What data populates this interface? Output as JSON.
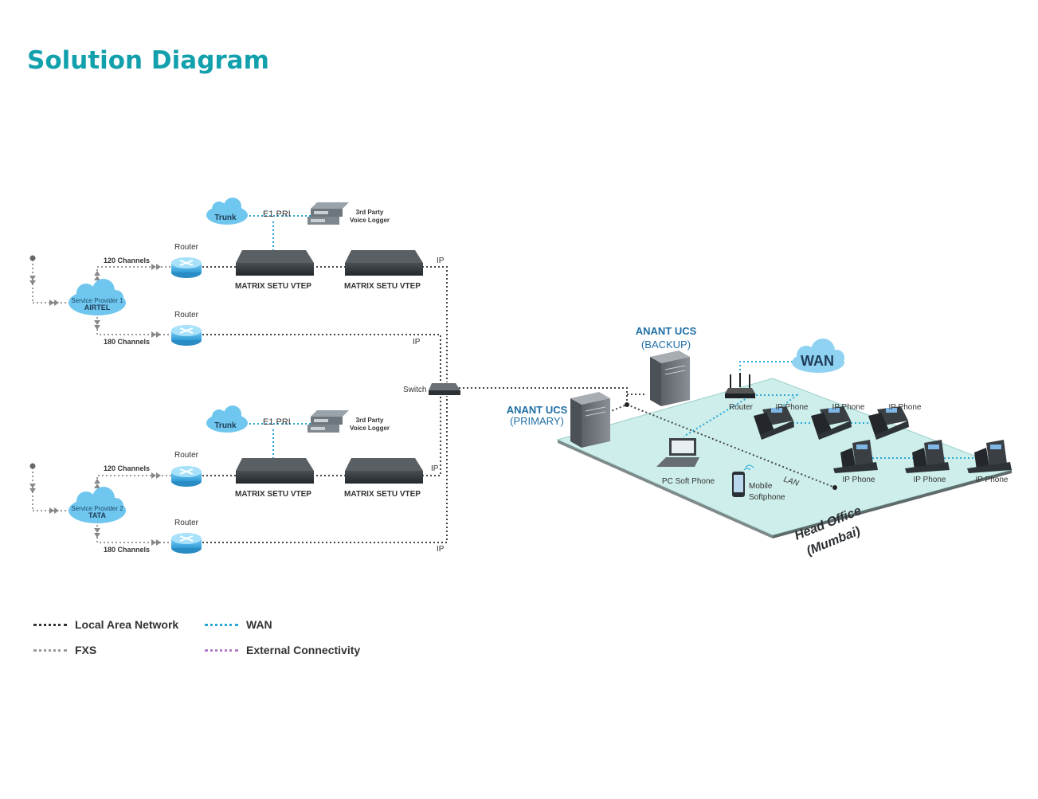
{
  "title": "Solution Diagram",
  "diagram": {
    "providers": [
      {
        "line1": "Service Provider 1",
        "line2": "AIRTEL"
      },
      {
        "line1": "Service Provider 2",
        "line2": "TATA"
      }
    ],
    "channels_a": "120 Channels",
    "channels_b": "180 Channels",
    "router": "Router",
    "trunk": "Trunk",
    "e1_pri": "E1 PRI",
    "voice_logger_line1": "3rd Party",
    "voice_logger_line2": "Voice Logger",
    "gateway": "MATRIX SETU VTEP",
    "ip": "IP",
    "switch": "Switch",
    "ucs_primary_name": "ANANT UCS",
    "ucs_primary_role": "(PRIMARY)",
    "ucs_backup_name": "ANANT UCS",
    "ucs_backup_role": "(BACKUP)",
    "wan": "WAN",
    "ip_phone": "IP Phone",
    "pc_soft_phone": "PC Soft Phone",
    "mobile_line1": "Mobile",
    "mobile_line2": "Softphone",
    "lan": "LAN",
    "office_line1": "Head Office",
    "office_line2": "(Mumbai)"
  },
  "legend": {
    "lan": "Local Area Network",
    "fxs": "FXS",
    "wan": "WAN",
    "external": "External Connectivity"
  },
  "colors": {
    "title": "#13a0ad",
    "cloud": "#6fc6ee",
    "lan_line": "#333333",
    "fxs_line": "#999999",
    "wan_line": "#2aa7d8",
    "external_line": "#b07cc6",
    "floor": "#cdeeea"
  }
}
